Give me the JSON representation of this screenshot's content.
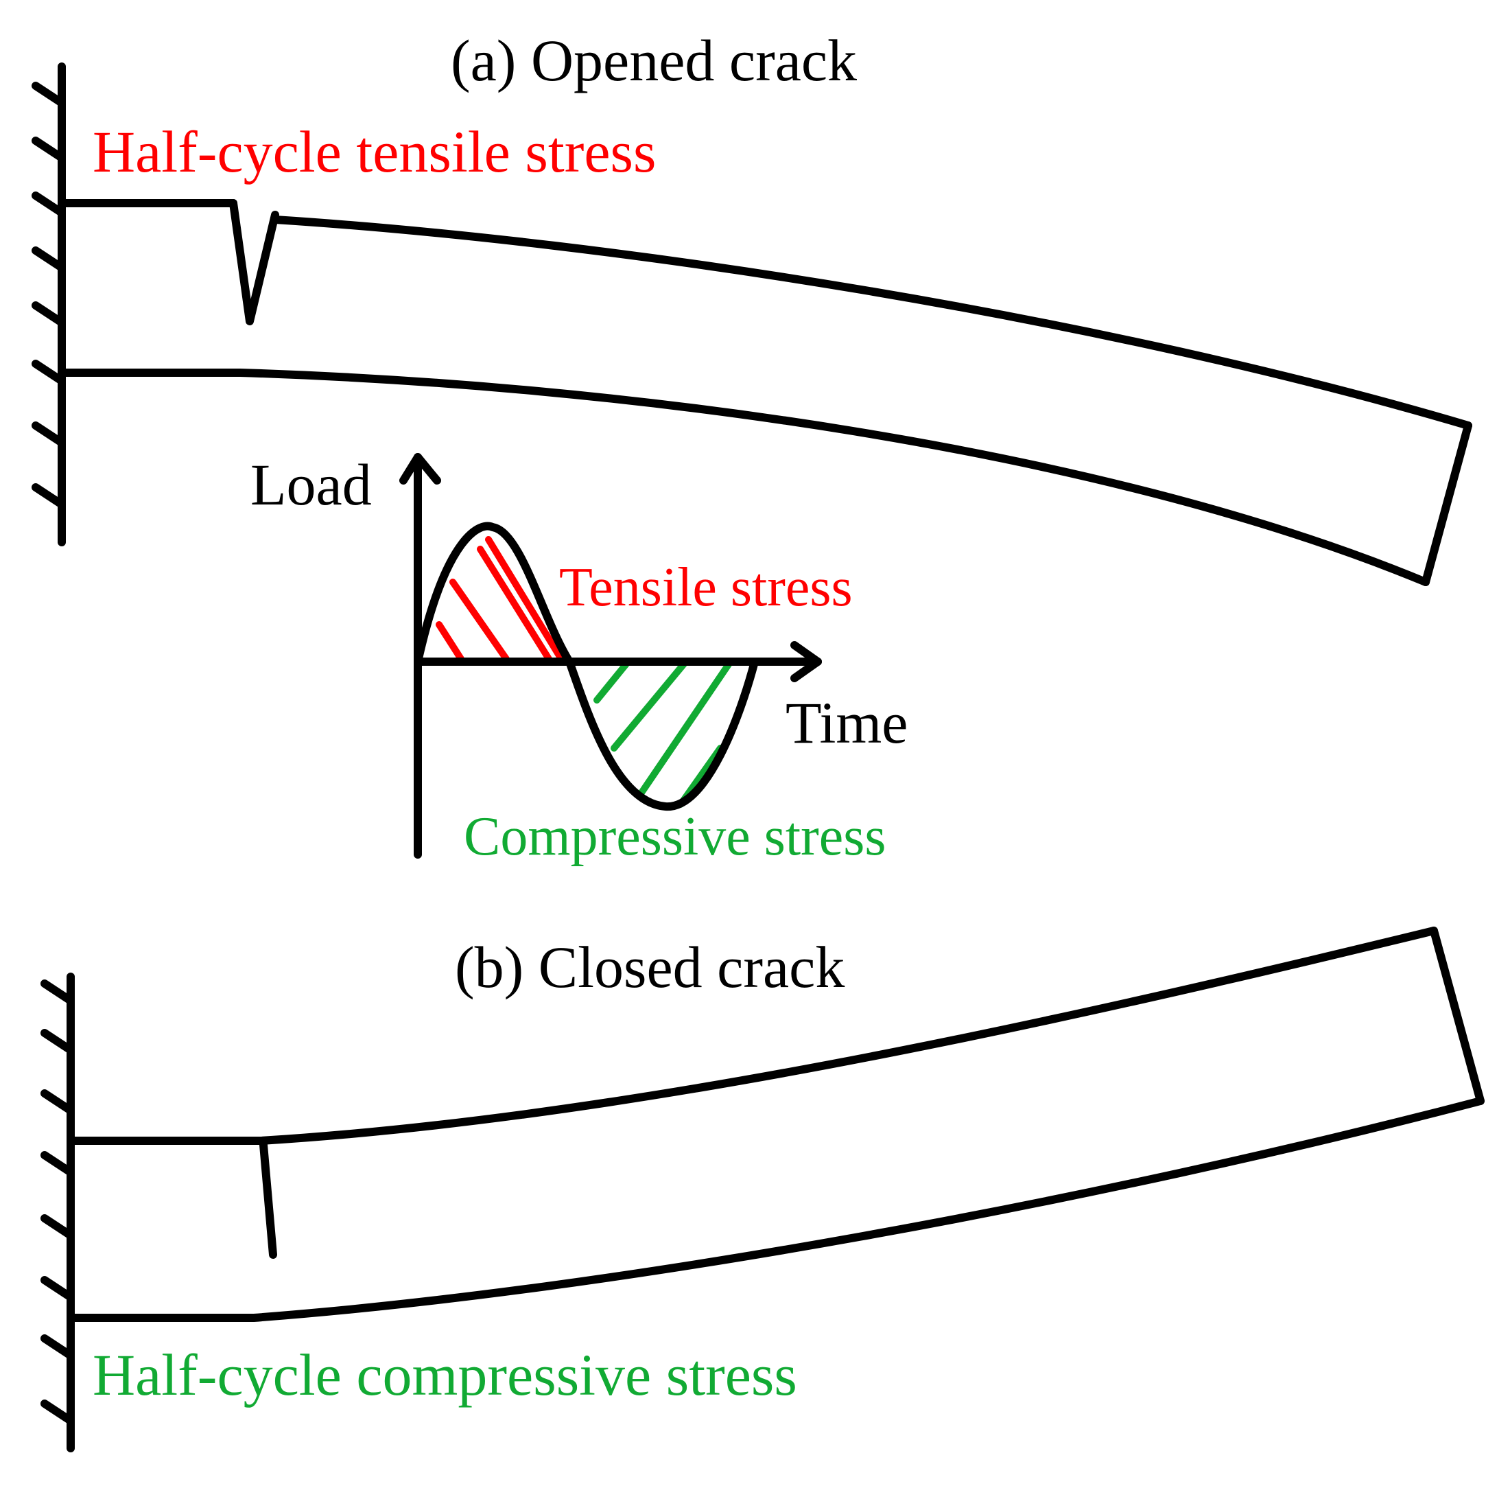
{
  "colors": {
    "line": "#000000",
    "tensile": "#ff0000",
    "compressive": "#11aa33"
  },
  "panel_a": {
    "title": "(a) Opened crack",
    "stress_label": "Half-cycle tensile stress"
  },
  "panel_b": {
    "title": "(b) Closed crack",
    "stress_label": "Half-cycle compressive stress"
  },
  "load_plot": {
    "y_axis_label": "Load",
    "x_axis_label": "Time",
    "positive_half_label": "Tensile stress",
    "negative_half_label": "Compressive stress"
  }
}
